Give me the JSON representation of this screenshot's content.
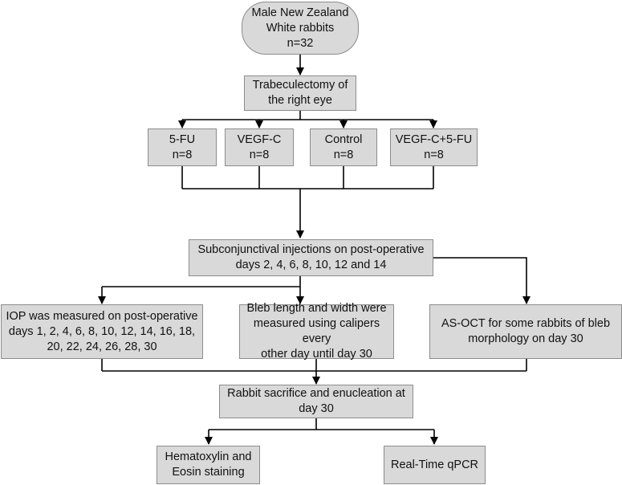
{
  "nodes": {
    "start": "Male New Zealand\nWhite rabbits\nn=32",
    "trab": "Trabeculectomy of\nthe right eye",
    "g1": "5-FU\nn=8",
    "g2": "VEGF-C\nn=8",
    "g3": "Control\nn=8",
    "g4": "VEGF-C+5-FU\nn=8",
    "inject": "Subconjunctival injections on post-operative\ndays 2, 4, 6, 8, 10, 12 and 14",
    "iop": "IOP was measured on post-operative\ndays 1, 2, 4, 6, 8, 10, 12, 14, 16, 18,\n20, 22, 24, 26, 28, 30",
    "bleb": "Bleb length and width were\nmeasured using calipers every\nother day until day 30",
    "asoct": "AS-OCT for some rabbits of bleb\nmorphology on day 30",
    "sacrifice": "Rabbit sacrifice and enucleation at\nday 30",
    "he": "Hematoxylin and\nEosin staining",
    "qpcr": "Real-Time qPCR"
  },
  "colors": {
    "box_fill": "#d9d9d9",
    "box_border": "#8c8c8c",
    "connector": "#000000"
  }
}
